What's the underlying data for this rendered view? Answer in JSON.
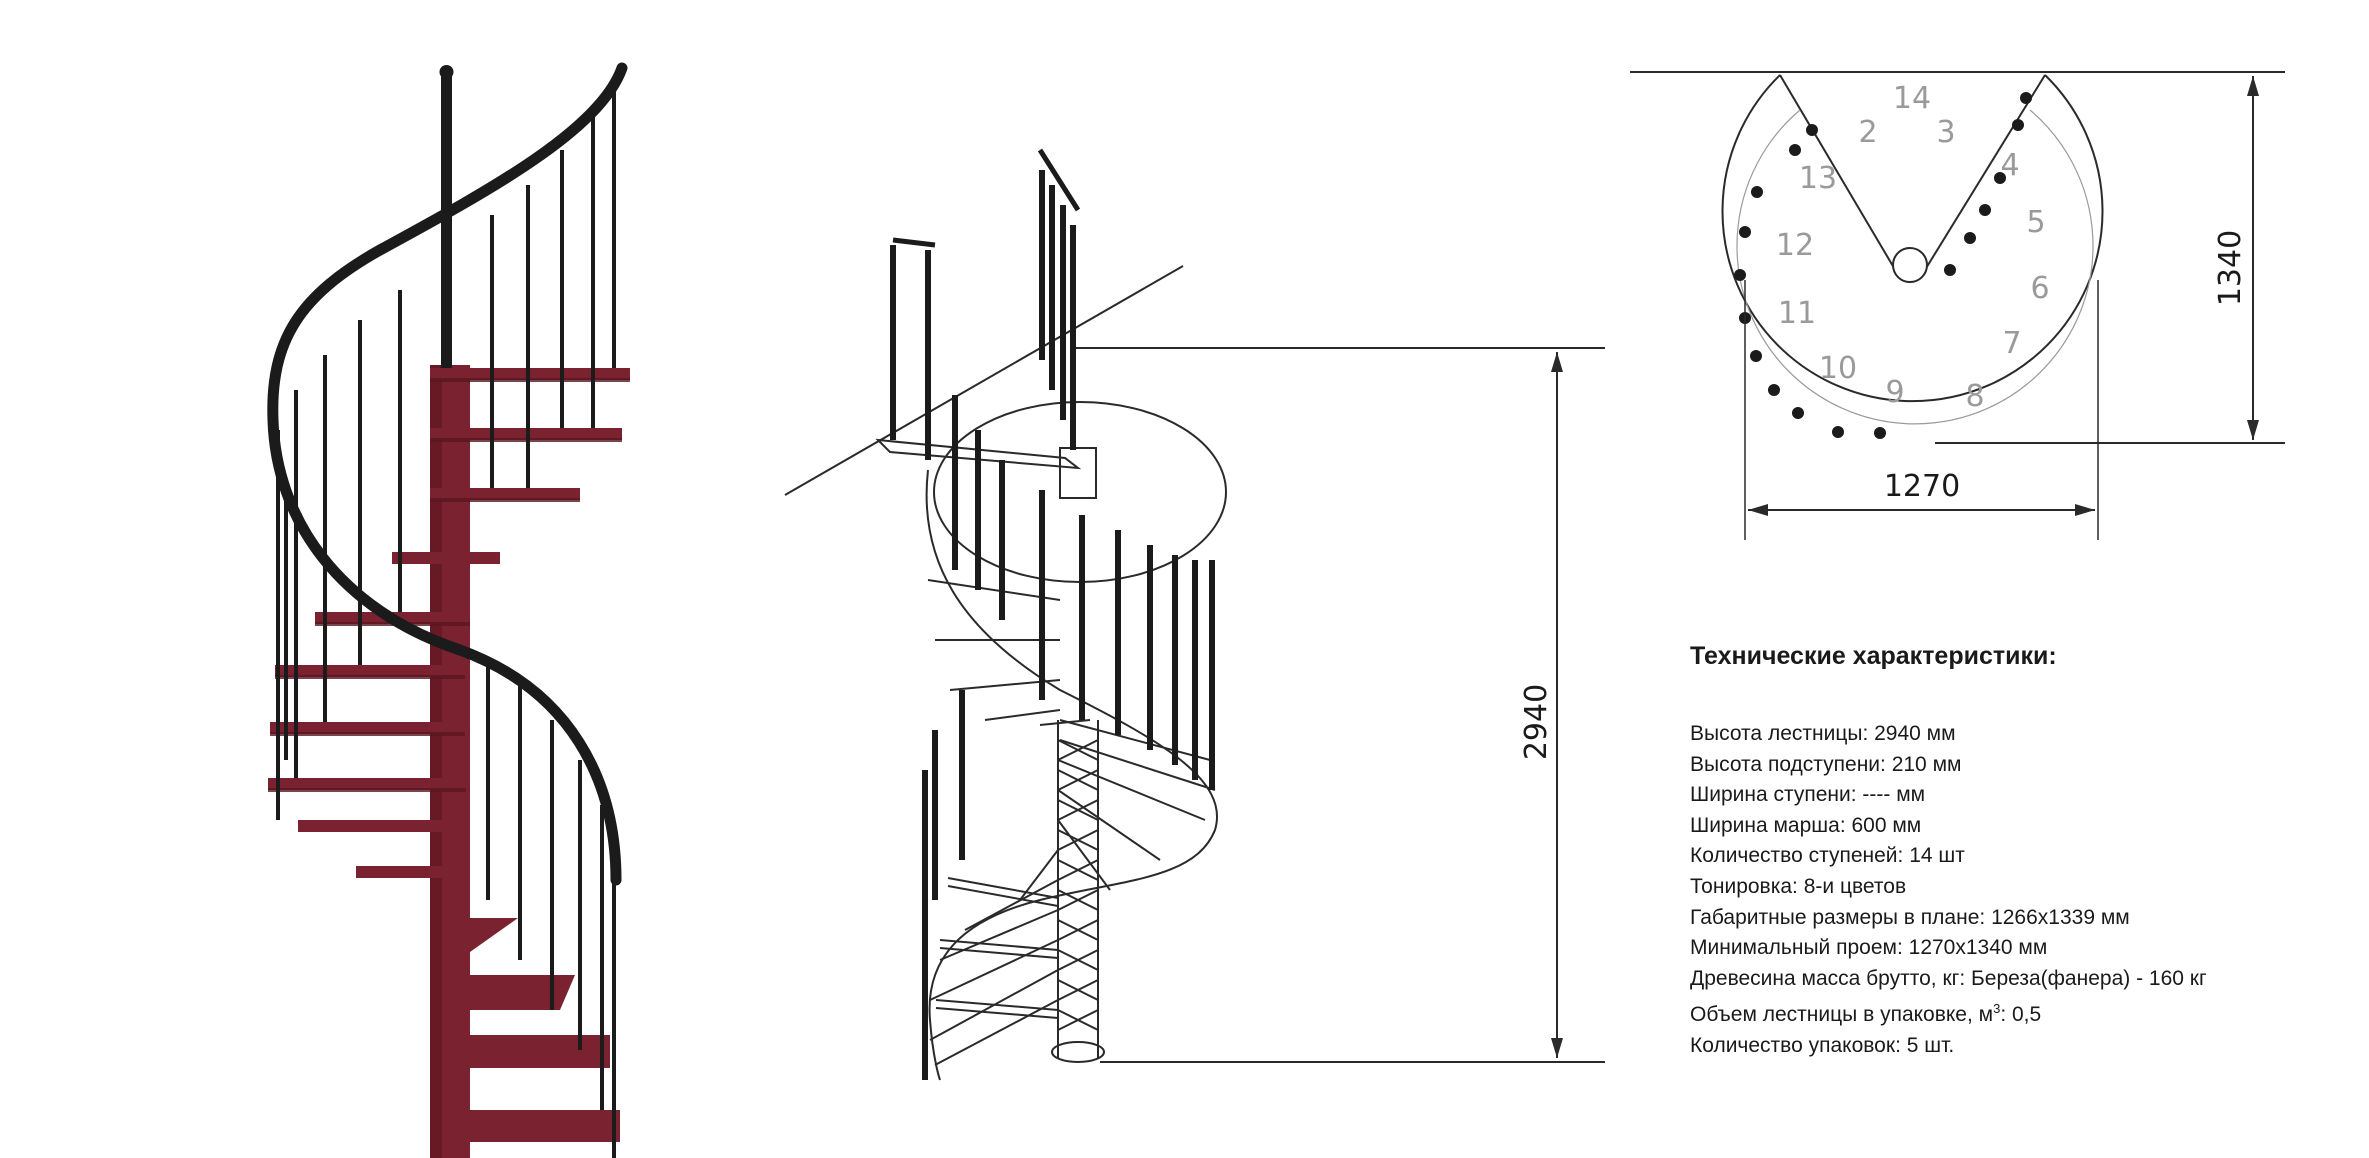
{
  "dimensions": {
    "height": "2940",
    "plan_width": "1270",
    "plan_depth": "1340"
  },
  "plan_step_numbers": [
    "14",
    "2",
    "3",
    "4",
    "13",
    "5",
    "12",
    "6",
    "11",
    "7",
    "10",
    "9",
    "8"
  ],
  "specs": {
    "title": "Технические характеристики:",
    "rows": [
      {
        "label": "Высота лестницы",
        "value": "2940 мм"
      },
      {
        "label": "Высота подступени",
        "value": "210 мм"
      },
      {
        "label": "Ширина ступени",
        "value": "---- мм"
      },
      {
        "label": "Ширина марша",
        "value": "600 мм"
      },
      {
        "label": "Количество ступеней",
        "value": "14 шт"
      },
      {
        "label": "Тонировка",
        "value": "8-и цветов"
      },
      {
        "label": "Габаритные размеры в плане",
        "value": "1266х1339 мм"
      },
      {
        "label": "Минимальный проем",
        "value": "1270х1340 мм"
      },
      {
        "label": "Древесина масса брутто, кг",
        "value": "Береза(фанера) - 160 кг"
      },
      {
        "label_pre": "Объем лестницы в упаковке, м",
        "label_sup": "3",
        "value": "0,5"
      },
      {
        "label": "Количество упаковок",
        "value": "5 шт."
      }
    ]
  },
  "colors": {
    "wood": "#7a2230",
    "wood_dark": "#5a1620",
    "metal": "#1b1b1b",
    "line": "#2a2a2a"
  }
}
